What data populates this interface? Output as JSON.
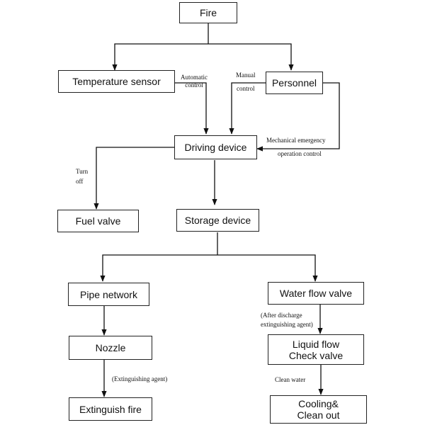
{
  "nodes": {
    "fire": "Fire",
    "temperature_sensor": "Temperature sensor",
    "personnel": "Personnel",
    "driving_device": "Driving device",
    "fuel_valve": "Fuel valve",
    "storage_device": "Storage device",
    "pipe_network": "Pipe network",
    "water_flow_valve": "Water flow valve",
    "nozzle": "Nozzle",
    "liquid_flow_line1": "Liquid flow",
    "liquid_flow_line2": "Check valve",
    "extinguish_fire": "Extinguish fire",
    "cooling_line1": "Cooling&",
    "cooling_line2": "Clean out"
  },
  "edge_labels": {
    "automatic_line1": "Automatic",
    "automatic_line2": "control",
    "manual_line1": "Manual",
    "manual_line2": "control",
    "mechanical_line1": "Mechanical emergency",
    "mechanical_line2": "operation control",
    "turn_off_line1": "Turn",
    "turn_off_line2": "off",
    "after_discharge_line1": "(After discharge",
    "after_discharge_line2": "extinguishing agent)",
    "extinguishing_agent": "(Extinguishing agent)",
    "clean_water": "Clean water"
  }
}
